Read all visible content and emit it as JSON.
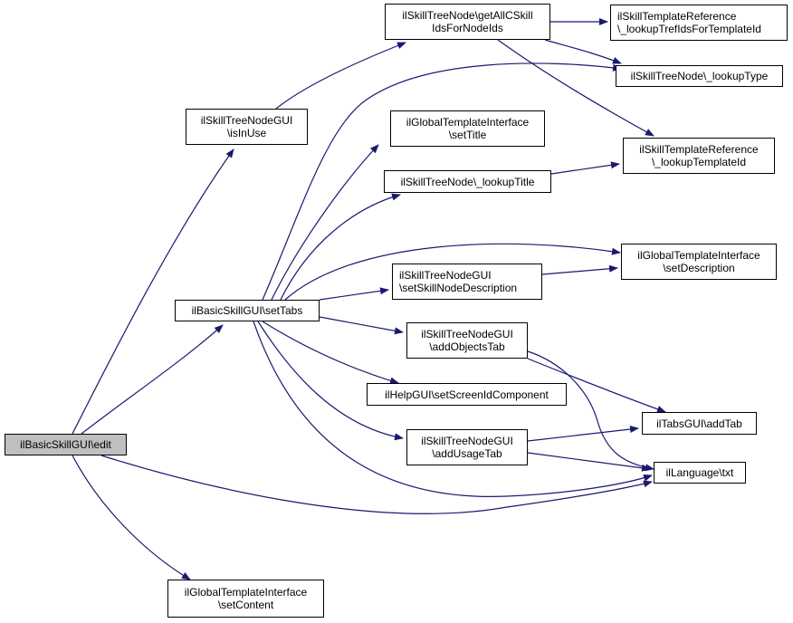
{
  "diagram": {
    "type": "call-graph",
    "edge_color": "#191970",
    "root_fill": "#bfbfbf",
    "nodes": [
      {
        "id": "edit",
        "lines": [
          "ilBasicSkillGUI\\edit"
        ],
        "root": true
      },
      {
        "id": "isInUse",
        "lines": [
          "ilSkillTreeNodeGUI",
          "\\isInUse"
        ]
      },
      {
        "id": "setTabs",
        "lines": [
          "ilBasicSkillGUI\\setTabs"
        ]
      },
      {
        "id": "setContent",
        "lines": [
          "ilGlobalTemplateInterface",
          "\\setContent"
        ]
      },
      {
        "id": "getAllCSkill",
        "lines": [
          "ilSkillTreeNode\\getAllCSkill",
          "IdsForNodeIds"
        ]
      },
      {
        "id": "setTitle",
        "lines": [
          "ilGlobalTemplateInterface",
          "\\setTitle"
        ]
      },
      {
        "id": "lookupTitle",
        "lines": [
          "ilSkillTreeNode\\_lookupTitle"
        ]
      },
      {
        "id": "setSkillNodeDescription",
        "lines": [
          "ilSkillTreeNodeGUI",
          "\\setSkillNodeDescription"
        ]
      },
      {
        "id": "addObjectsTab",
        "lines": [
          "ilSkillTreeNodeGUI",
          "\\addObjectsTab"
        ]
      },
      {
        "id": "setScreenIdComponent",
        "lines": [
          "ilHelpGUI\\setScreenIdComponent"
        ]
      },
      {
        "id": "addUsageTab",
        "lines": [
          "ilSkillTreeNodeGUI",
          "\\addUsageTab"
        ]
      },
      {
        "id": "lookupTrefIds",
        "lines": [
          "ilSkillTemplateReference",
          "\\_lookupTrefIdsForTemplateId"
        ]
      },
      {
        "id": "lookupType",
        "lines": [
          "ilSkillTreeNode\\_lookupType"
        ]
      },
      {
        "id": "lookupTemplateId",
        "lines": [
          "ilSkillTemplateReference",
          "\\_lookupTemplateId"
        ]
      },
      {
        "id": "setDescription",
        "lines": [
          "ilGlobalTemplateInterface",
          "\\setDescription"
        ]
      },
      {
        "id": "addTab",
        "lines": [
          "ilTabsGUI\\addTab"
        ]
      },
      {
        "id": "txt",
        "lines": [
          "ilLanguage\\txt"
        ]
      }
    ],
    "edges": [
      {
        "from": "edit",
        "to": "isInUse"
      },
      {
        "from": "edit",
        "to": "setTabs"
      },
      {
        "from": "edit",
        "to": "txt"
      },
      {
        "from": "edit",
        "to": "setContent"
      },
      {
        "from": "isInUse",
        "to": "getAllCSkill"
      },
      {
        "from": "getAllCSkill",
        "to": "lookupTrefIds"
      },
      {
        "from": "getAllCSkill",
        "to": "lookupType"
      },
      {
        "from": "getAllCSkill",
        "to": "lookupTemplateId"
      },
      {
        "from": "setTabs",
        "to": "lookupType"
      },
      {
        "from": "setTabs",
        "to": "setTitle"
      },
      {
        "from": "setTabs",
        "to": "lookupTitle"
      },
      {
        "from": "setTabs",
        "to": "setDescription"
      },
      {
        "from": "setTabs",
        "to": "setSkillNodeDescription"
      },
      {
        "from": "setTabs",
        "to": "addObjectsTab"
      },
      {
        "from": "setTabs",
        "to": "setScreenIdComponent"
      },
      {
        "from": "setTabs",
        "to": "addUsageTab"
      },
      {
        "from": "setTabs",
        "to": "txt"
      },
      {
        "from": "lookupTitle",
        "to": "lookupTemplateId"
      },
      {
        "from": "setSkillNodeDescription",
        "to": "setDescription"
      },
      {
        "from": "addObjectsTab",
        "to": "addTab"
      },
      {
        "from": "addObjectsTab",
        "to": "txt"
      },
      {
        "from": "addUsageTab",
        "to": "addTab"
      },
      {
        "from": "addUsageTab",
        "to": "txt"
      }
    ]
  }
}
